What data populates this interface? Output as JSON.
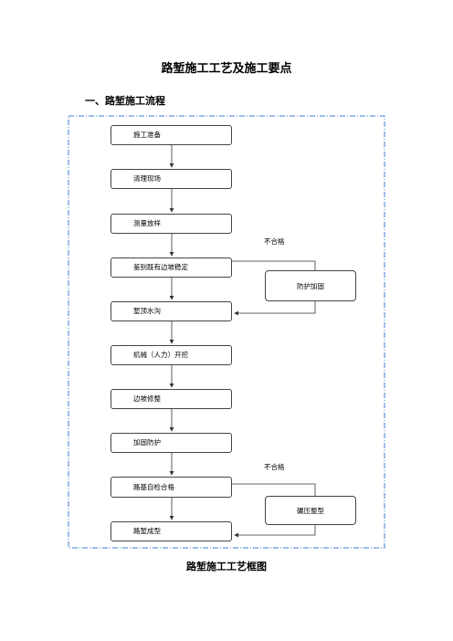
{
  "document": {
    "title": "路堑施工工艺及施工要点",
    "section_heading": "一、路堑施工流程",
    "figure_caption": "路堑施工工艺框图"
  },
  "flowchart": {
    "steps": [
      "施工准备",
      "清理现场",
      "测量放样",
      "鉴别既有边坡稳定",
      "堑顶水沟",
      "机械（人力）开挖",
      "边坡修整",
      "加固防护",
      "路基自检合格",
      "路堑成型"
    ],
    "side_boxes": [
      "防护加固",
      "碾压整型"
    ],
    "reject_labels": [
      "不合格",
      "不合格"
    ]
  },
  "colors": {
    "frame_border": "#3a7fd5",
    "box_border": "#444444",
    "line": "#333333"
  }
}
